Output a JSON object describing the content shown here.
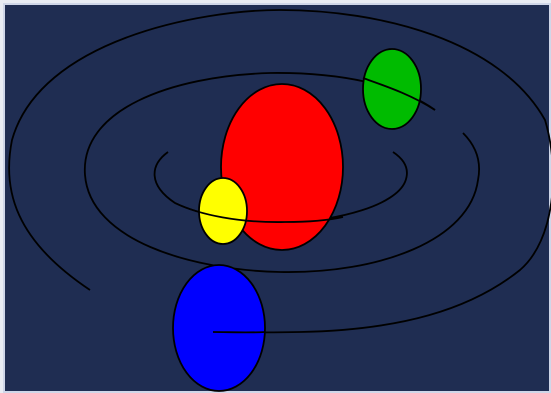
{
  "scene": {
    "background_color": "#1f2d52",
    "frame_color": "#cfd6e8",
    "orbit_color": "#000000",
    "outline_color": "#000000",
    "bodies": [
      {
        "name": "red-body",
        "color": "#ff0000"
      },
      {
        "name": "yellow-body",
        "color": "#ffff00"
      },
      {
        "name": "green-body",
        "color": "#00bb00"
      },
      {
        "name": "blue-body",
        "color": "#0000ff"
      }
    ]
  }
}
